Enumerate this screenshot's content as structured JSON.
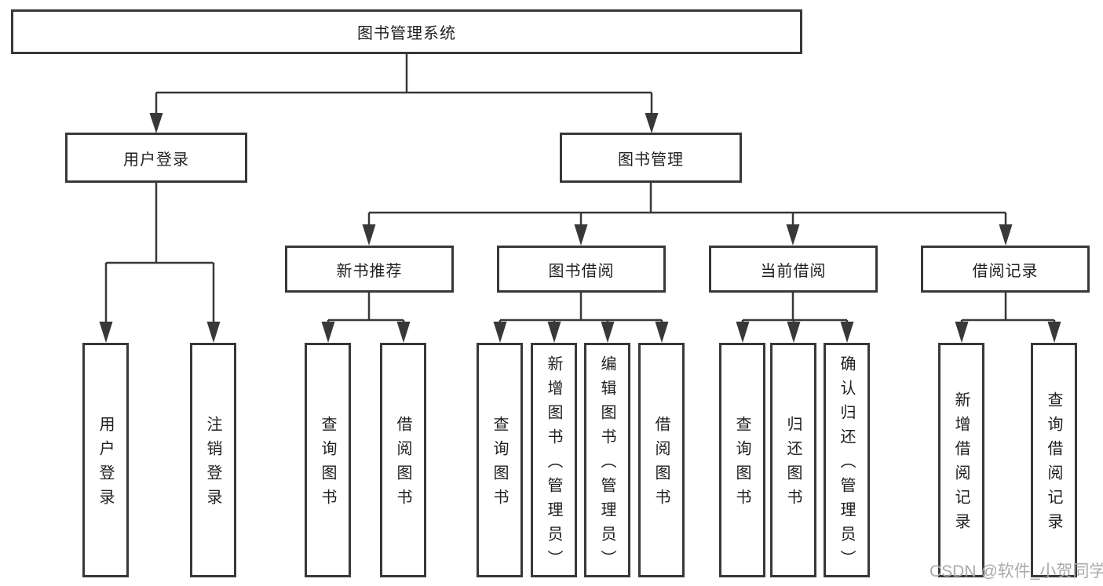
{
  "tree": {
    "root": {
      "label": "图书管理系统",
      "children": [
        {
          "label": "用户登录",
          "children": [
            {
              "label": "用户登录"
            },
            {
              "label": "注销登录"
            }
          ]
        },
        {
          "label": "图书管理",
          "children": [
            {
              "label": "新书推荐",
              "children": [
                {
                  "label": "查询图书"
                },
                {
                  "label": "借阅图书"
                }
              ]
            },
            {
              "label": "图书借阅",
              "children": [
                {
                  "label": "查询图书"
                },
                {
                  "label": "新增图书（管理员）"
                },
                {
                  "label": "编辑图书（管理员）"
                },
                {
                  "label": "借阅图书"
                }
              ]
            },
            {
              "label": "当前借阅",
              "children": [
                {
                  "label": "查询图书"
                },
                {
                  "label": "归还图书"
                },
                {
                  "label": "确认归还（管理员）"
                }
              ]
            },
            {
              "label": "借阅记录",
              "children": [
                {
                  "label": "新增借阅记录"
                },
                {
                  "label": "查询借阅记录"
                }
              ]
            }
          ]
        }
      ]
    }
  },
  "watermark": {
    "text": "CSDN @软件_小贺同学"
  },
  "colors": {
    "line": "#383838",
    "text": "#1f1f1f",
    "watermark": "#a9a9a9",
    "background": "#ffffff"
  }
}
